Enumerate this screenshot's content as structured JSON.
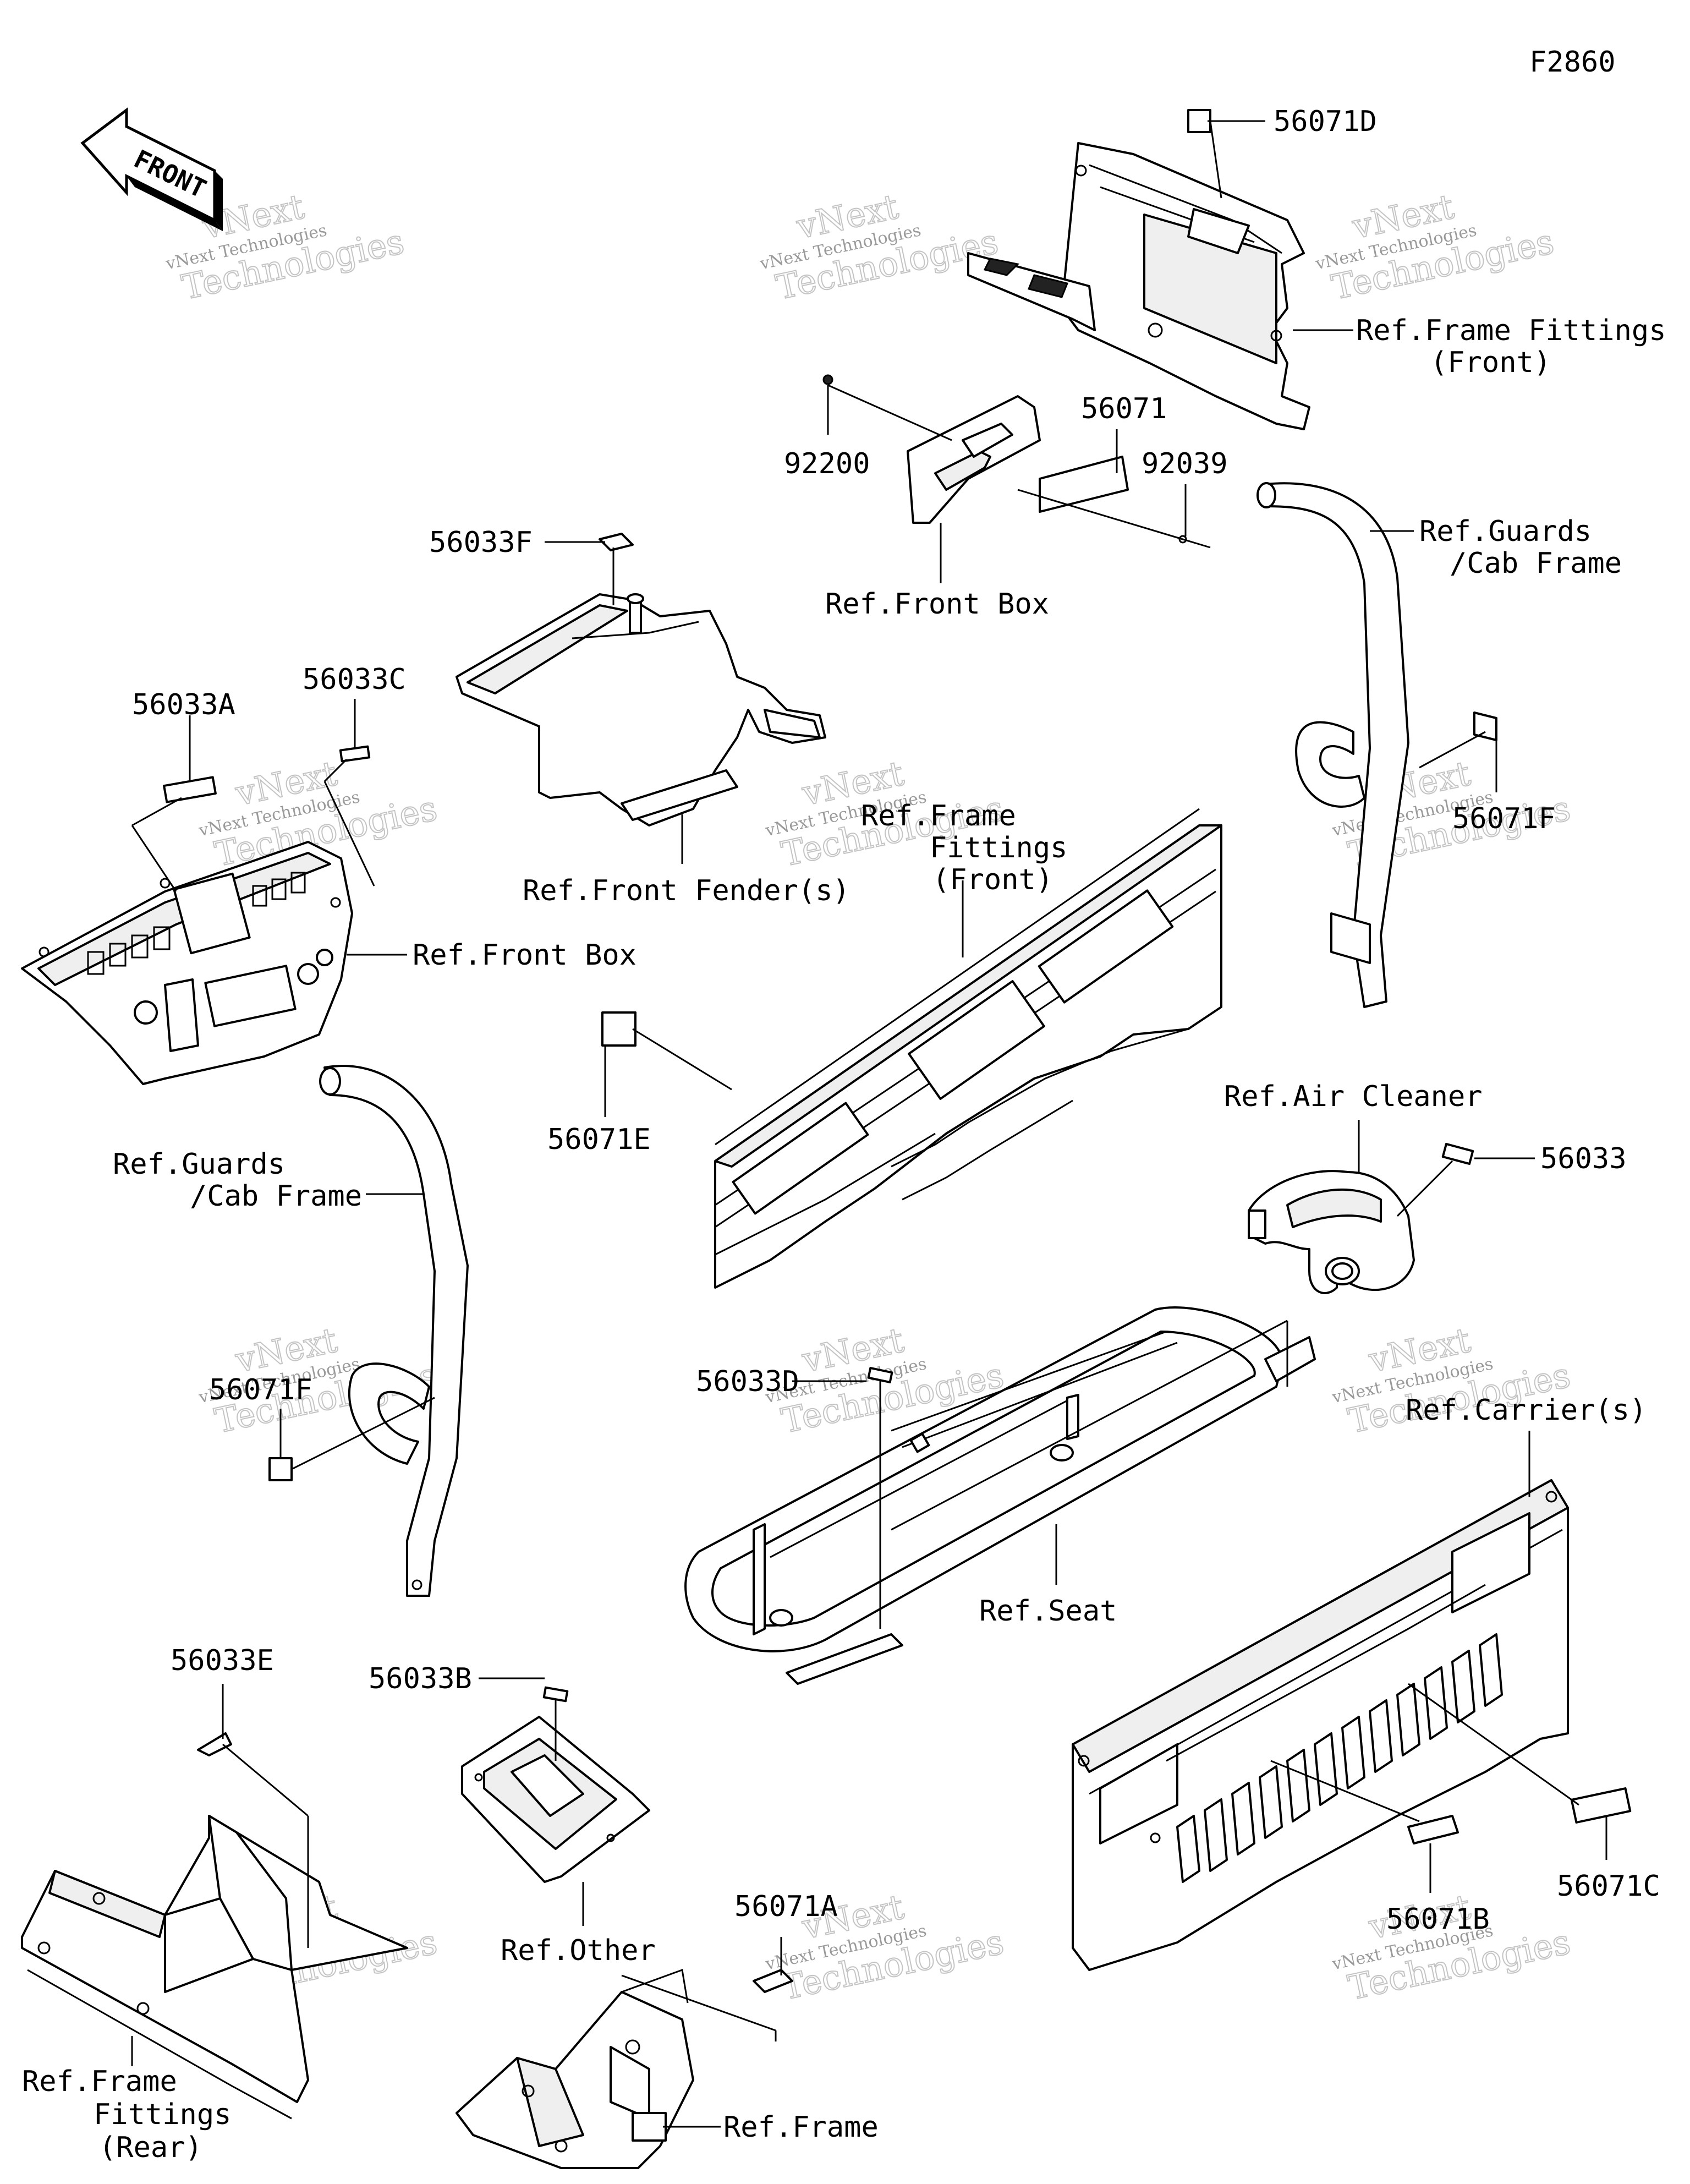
{
  "figure_code": "F2860",
  "front_arrow_text": "FRONT",
  "watermark": {
    "line1": "vNext Technologies",
    "line2": "Technologies",
    "line3": "vNext"
  },
  "labels": {
    "p56071D": "56071D",
    "frame_fittings_front_top_1": "Ref.Frame Fittings",
    "frame_fittings_front_top_2": "(Front)",
    "p92200": "92200",
    "p56071": "56071",
    "p92039": "92039",
    "front_box_top": "Ref.Front Box",
    "guards_right_1": "Ref.Guards",
    "guards_right_2": "/Cab Frame",
    "p56033F": "56033F",
    "p56033A": "56033A",
    "p56033C": "56033C",
    "front_fender": "Ref.Front Fender(s)",
    "front_box_left": "Ref.Front Box",
    "frame_fittings_mid_1": "Ref.Frame",
    "frame_fittings_mid_2": "Fittings",
    "frame_fittings_mid_3": "(Front)",
    "p56071F_right": "56071F",
    "p56071E": "56071E",
    "air_cleaner": "Ref.Air Cleaner",
    "p56033": "56033",
    "guards_left_1": "Ref.Guards",
    "guards_left_2": "/Cab Frame",
    "p56071F_left": "56071F",
    "p56033D": "56033D",
    "carriers": "Ref.Carrier(s)",
    "seat": "Ref.Seat",
    "p56033E": "56033E",
    "p56033B": "56033B",
    "other": "Ref.Other",
    "p56071A": "56071A",
    "p56071B": "56071B",
    "p56071C": "56071C",
    "frame_fittings_rear_1": "Ref.Frame",
    "frame_fittings_rear_2": "Fittings",
    "frame_fittings_rear_3": "(Rear)",
    "frame": "Ref.Frame"
  }
}
